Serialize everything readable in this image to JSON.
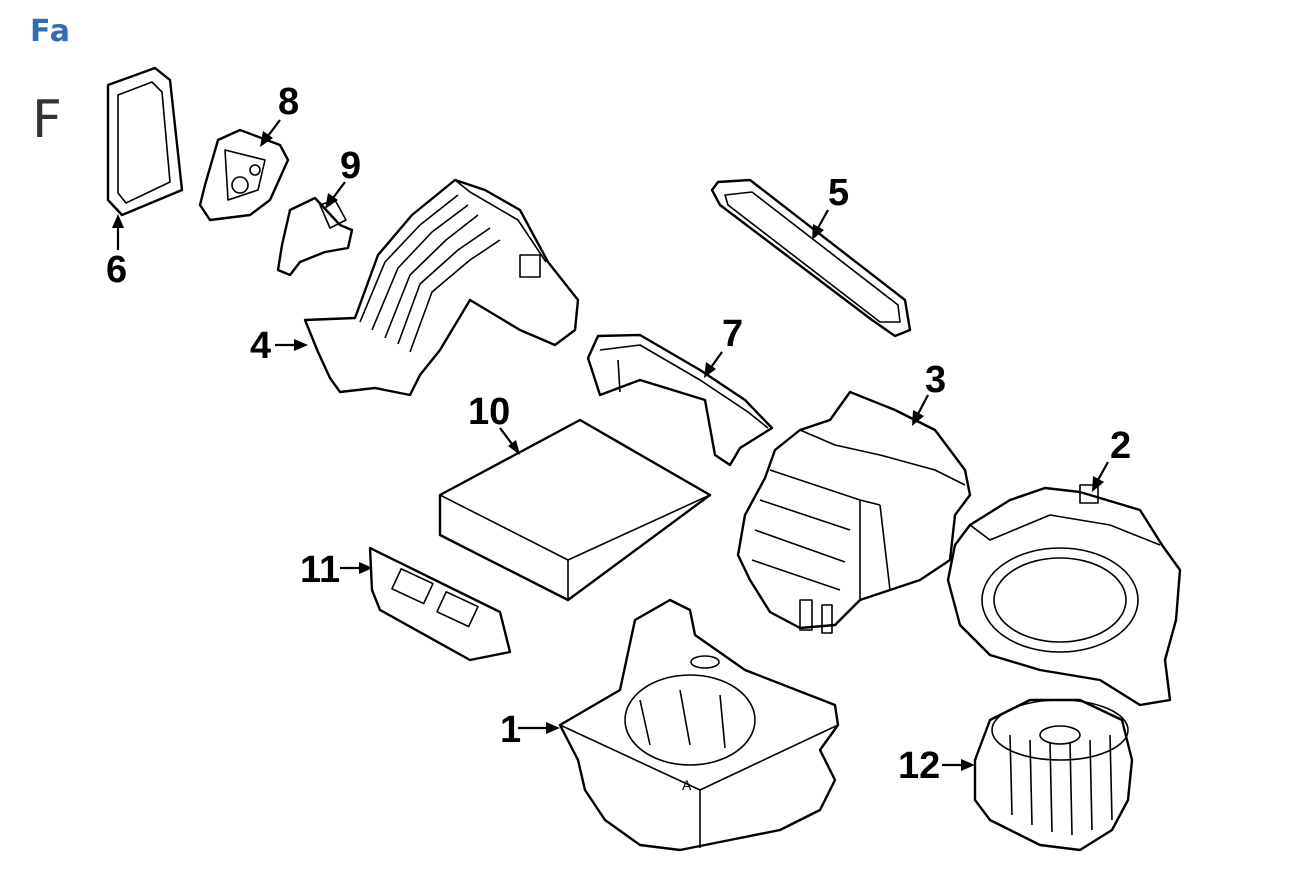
{
  "header": {
    "title_fragment": "Fa",
    "subtitle_fragment": "F"
  },
  "callouts": [
    {
      "id": "1",
      "label": "1"
    },
    {
      "id": "2",
      "label": "2"
    },
    {
      "id": "3",
      "label": "3"
    },
    {
      "id": "4",
      "label": "4"
    },
    {
      "id": "5",
      "label": "5"
    },
    {
      "id": "6",
      "label": "6"
    },
    {
      "id": "7",
      "label": "7"
    },
    {
      "id": "8",
      "label": "8"
    },
    {
      "id": "9",
      "label": "9"
    },
    {
      "id": "10",
      "label": "10"
    },
    {
      "id": "11",
      "label": "11"
    },
    {
      "id": "12",
      "label": "12"
    }
  ],
  "colors": {
    "header_blue": "#2f6db5",
    "header_gray": "#333333",
    "line": "#000000",
    "background": "#ffffff"
  }
}
